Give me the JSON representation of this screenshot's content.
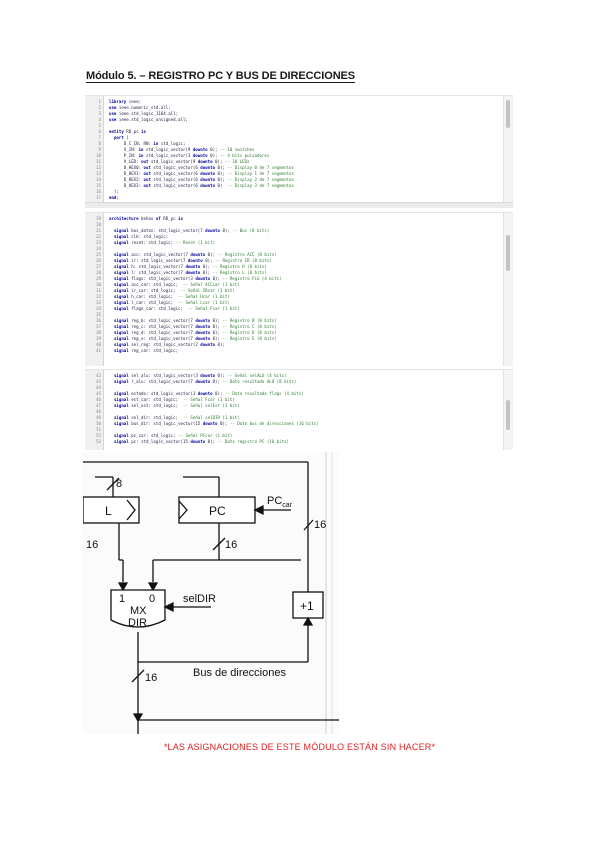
{
  "title": "Módulo 5. – REGISTRO PC Y BUS DE DIRECCIONES",
  "code_blocks": [
    {
      "lines": [
        {
          "n": "1",
          "code": "library ieee;"
        },
        {
          "n": "2",
          "code": "use ieee.numeric_std.all;"
        },
        {
          "n": "3",
          "code": "use ieee.std_logic_1164.all;"
        },
        {
          "n": "4",
          "code": "use ieee.std_logic_unsigned.all;"
        },
        {
          "n": "5",
          "code": ""
        },
        {
          "n": "6",
          "code": "entity RD_pc is"
        },
        {
          "n": "7",
          "code": "  port ("
        },
        {
          "n": "8",
          "code": "      D_C_IN, RN: in std_logic;"
        },
        {
          "n": "9",
          "code": "      V_IN: in std_logic_vector(9 downto 0); -- 10 switches"
        },
        {
          "n": "10",
          "code": "      P_IN: in std_logic_vector(3 downto 0); -- 4 bits pulsadores"
        },
        {
          "n": "11",
          "code": "      V_LED: out std_logic_vector(9 downto 0); -- 10 LEDs"
        },
        {
          "n": "12",
          "code": "      D_HEX0: out std_logic_vector(6 downto 0); -- Display 0 de 7 segmentos"
        },
        {
          "n": "13",
          "code": "      D_HEX1: out std_logic_vector(6 downto 0); -- Display 1 de 7 segmentos"
        },
        {
          "n": "14",
          "code": "      D_HEX2: out std_logic_vector(6 downto 0); -- Display 2 de 7 segmentos"
        },
        {
          "n": "15",
          "code": "      D_HEX3: out std_logic_vector(6 downto 0)  -- Display 3 de 7 segmentos"
        },
        {
          "n": "16",
          "code": "  );"
        },
        {
          "n": "17",
          "code": "end;"
        }
      ]
    },
    {
      "lines": [
        {
          "n": "19",
          "code": "architecture behav of RD_pc is"
        },
        {
          "n": "20",
          "code": ""
        },
        {
          "n": "21",
          "code": "  signal bus_datos: std_logic_vector(7 downto 0); -- Bus (8 bits)"
        },
        {
          "n": "22",
          "code": "  signal clk: std_logic;"
        },
        {
          "n": "23",
          "code": "  signal reset: std_logic; -- Reset (1 bit)"
        },
        {
          "n": "24",
          "code": ""
        },
        {
          "n": "25",
          "code": "  signal acc: std_logic_vector(7 downto 0); -- Registro ACC (8 bits)"
        },
        {
          "n": "26",
          "code": "  signal ir: std_logic_vector(7 downto 0); -- Registro IR (8 bits)"
        },
        {
          "n": "27",
          "code": "  signal h: std_logic_vector(7 downto 0); -- Registro H (8 bits)"
        },
        {
          "n": "28",
          "code": "  signal l: std_logic_vector(7 downto 0); -- Registro L (8 bits)"
        },
        {
          "n": "29",
          "code": "  signal flags: std_logic_vector(3 downto 0); -- Registro FLG (4 bits)"
        },
        {
          "n": "30",
          "code": "  signal acc_car: std_logic;  -- Señal ACCcar (1 bit)"
        },
        {
          "n": "31",
          "code": "  signal ir_car: std_logic;  -- Señal IRcar (1 bit)"
        },
        {
          "n": "32",
          "code": "  signal h_car: std_logic;  -- Señal Hcar (1 bit)"
        },
        {
          "n": "33",
          "code": "  signal l_car: std_logic;  -- Señal Lcar (1 bit)"
        },
        {
          "n": "34",
          "code": "  signal flags_car: std_logic;  -- Señal Fcar (1 bit)"
        },
        {
          "n": "35",
          "code": ""
        },
        {
          "n": "36",
          "code": "  signal reg_b: std_logic_vector(7 downto 0); -- Registro B (8 bits)"
        },
        {
          "n": "37",
          "code": "  signal reg_c: std_logic_vector(7 downto 0); -- Registro C (8 bits)"
        },
        {
          "n": "38",
          "code": "  signal reg_d: std_logic_vector(7 downto 0); -- Registro D (8 bits)"
        },
        {
          "n": "39",
          "code": "  signal reg_e: std_logic_vector(7 downto 0); -- Registro E (8 bits)"
        },
        {
          "n": "40",
          "code": "  signal sel_reg: std_logic_vector(2 downto 0);"
        },
        {
          "n": "41",
          "code": "  signal reg_car: std_logic;"
        }
      ]
    },
    {
      "lines": [
        {
          "n": "42",
          "code": "  signal sel_alu: std_logic_vector(3 downto 0); -- Señal selALU (4 bits)"
        },
        {
          "n": "43",
          "code": "  signal r_alu: std_logic_vector(7 downto 0); -- Dato resultado ALU (8 bits)"
        },
        {
          "n": "44",
          "code": ""
        },
        {
          "n": "45",
          "code": "  signal estado: std_logic_vector(3 downto 0); -- Dato resultado flags (4 bits)"
        },
        {
          "n": "46",
          "code": "  signal est_car: std_logic;  -- Señal Fcar (1 bit)"
        },
        {
          "n": "47",
          "code": "  signal sel_est: std_logic;  -- Señal selEst (1 bit)"
        },
        {
          "n": "48",
          "code": ""
        },
        {
          "n": "49",
          "code": "  signal sel_dir: std_logic;  -- Señal selDIR (1 bit)"
        },
        {
          "n": "50",
          "code": "  signal bus_dir: std_logic_vector(15 downto 0); -- Dato bus de direcciones (16 bits)"
        },
        {
          "n": "51",
          "code": ""
        },
        {
          "n": "52",
          "code": "  signal pc_car: std_logic; -- Señal PCcar (1 bit)"
        },
        {
          "n": "53",
          "code": "  signal pc: std_logic_vector(15 downto 0); -- Dato registro PC (16 bits)"
        }
      ]
    }
  ],
  "diagram": {
    "label_8": "8",
    "label_l": "L",
    "label_pc": "PC",
    "label_pccar": "PC",
    "label_pccar_sub": "car",
    "label_16_right": "16",
    "label_16_left": "16",
    "label_16_pc": "16",
    "mux_in_1": "1",
    "mux_in_0": "0",
    "mux_line1": "MX",
    "mux_line2": "DIR",
    "label_seldir": "selDIR",
    "label_plus1": "+1",
    "label_bus": "Bus de direcciones",
    "label_16_bottom": "16"
  },
  "note": "*LAS ASIGNACIONES DE ESTE MÓDULO ESTÁN SIN HACER*"
}
